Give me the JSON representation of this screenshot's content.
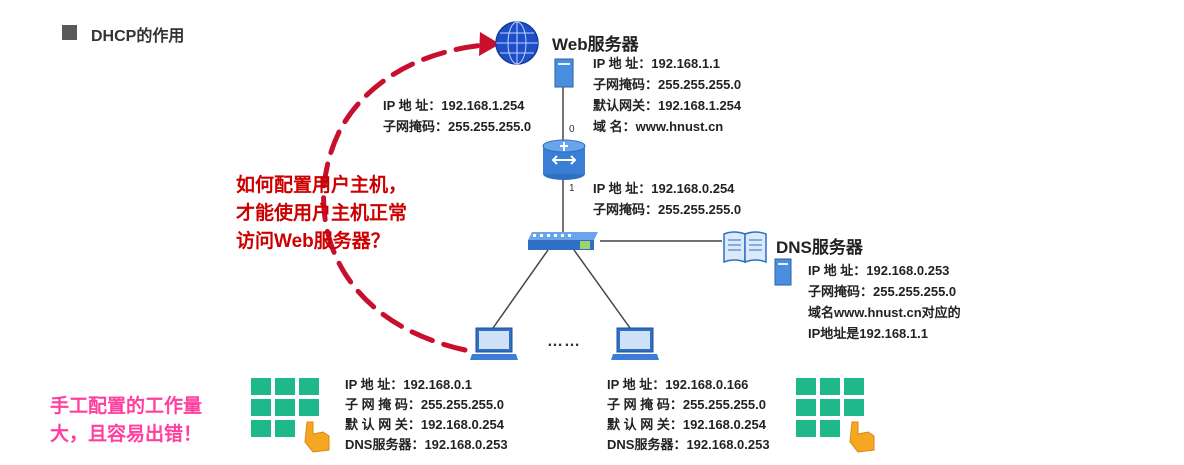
{
  "title": "DHCP的作用",
  "web_server": {
    "name": "Web服务器",
    "lines": [
      "IP 地  址：192.168.1.1",
      "子网掩码：255.255.255.0",
      "默认网关：192.168.1.254",
      "域     名：www.hnust.cn"
    ]
  },
  "router_port0": {
    "port": "0",
    "lines": [
      "IP 地  址：192.168.1.254",
      "子网掩码：255.255.255.0"
    ]
  },
  "router_port1": {
    "port": "1",
    "lines": [
      "IP 地  址：192.168.0.254",
      "子网掩码：255.255.255.0"
    ]
  },
  "dns_server": {
    "name": "DNS服务器",
    "lines": [
      "IP 地  址：192.168.0.253",
      "子网掩码：255.255.255.0",
      "域名www.hnust.cn对应的",
      "IP地址是192.168.1.1"
    ]
  },
  "question": [
    "如何配置用户主机，",
    "才能使用户主机正常",
    "访问Web服务器？"
  ],
  "host1": {
    "lines": [
      "IP  地    址：192.168.0.1",
      "子 网 掩 码：255.255.255.0",
      "默 认 网 关：192.168.0.254",
      "DNS服务器：192.168.0.253"
    ]
  },
  "host2": {
    "lines": [
      "IP  地    址：192.168.0.166",
      "子 网 掩 码：255.255.255.0",
      "默 认 网 关：192.168.0.254",
      "DNS服务器：192.168.0.253"
    ]
  },
  "ellipsis": "……",
  "manual_note": [
    "手工配置的工作量",
    "大，且容易出错！"
  ],
  "colors": {
    "accent_red": "#cc0000",
    "note_pink": "#ff3fa0",
    "device_blue": "#3a7fd5",
    "grid_green": "#1fb88a",
    "hand_orange": "#f5a623"
  },
  "icons": [
    "globe-icon",
    "server-icon",
    "router-icon",
    "switch-icon",
    "dns-book-icon",
    "laptop-icon",
    "keypad-hand-icon"
  ]
}
